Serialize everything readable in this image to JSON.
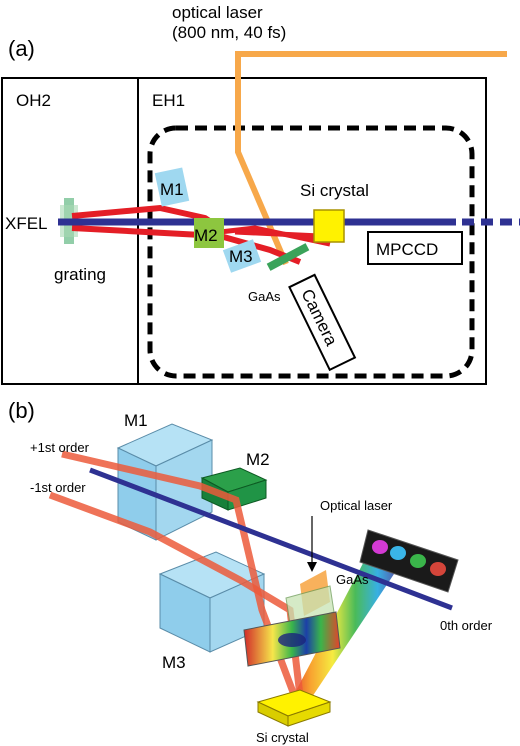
{
  "panel_a": {
    "tag": "(a)",
    "laser_label_line1": "optical laser",
    "laser_label_line2": "(800 nm, 40 fs)",
    "hutch_left": "OH2",
    "hutch_right": "EH1",
    "source": "XFEL",
    "grating": "grating",
    "mirror1": "M1",
    "mirror2": "M2",
    "mirror3": "M3",
    "crystal": "Si crystal",
    "detector": "MPCCD",
    "sample": "GaAs",
    "camera": "Camera"
  },
  "panel_b": {
    "tag": "(b)",
    "mirror1": "M1",
    "mirror2": "M2",
    "mirror3": "M3",
    "plus_order": "+1st order",
    "minus_order": "-1st order",
    "optical_laser": "Optical laser",
    "sample": "GaAs",
    "zero_order": "0th order",
    "crystal": "Si crystal"
  },
  "colors": {
    "xfel_beam": "#2e3192",
    "split_beam": "#e41e26",
    "laser_beam": "#f7a84a",
    "mirror_fill": "#9fd8f0",
    "m2_fill": "#8dc63f",
    "crystal_fill": "#fff200",
    "gaas_fill": "#3aa35a"
  }
}
